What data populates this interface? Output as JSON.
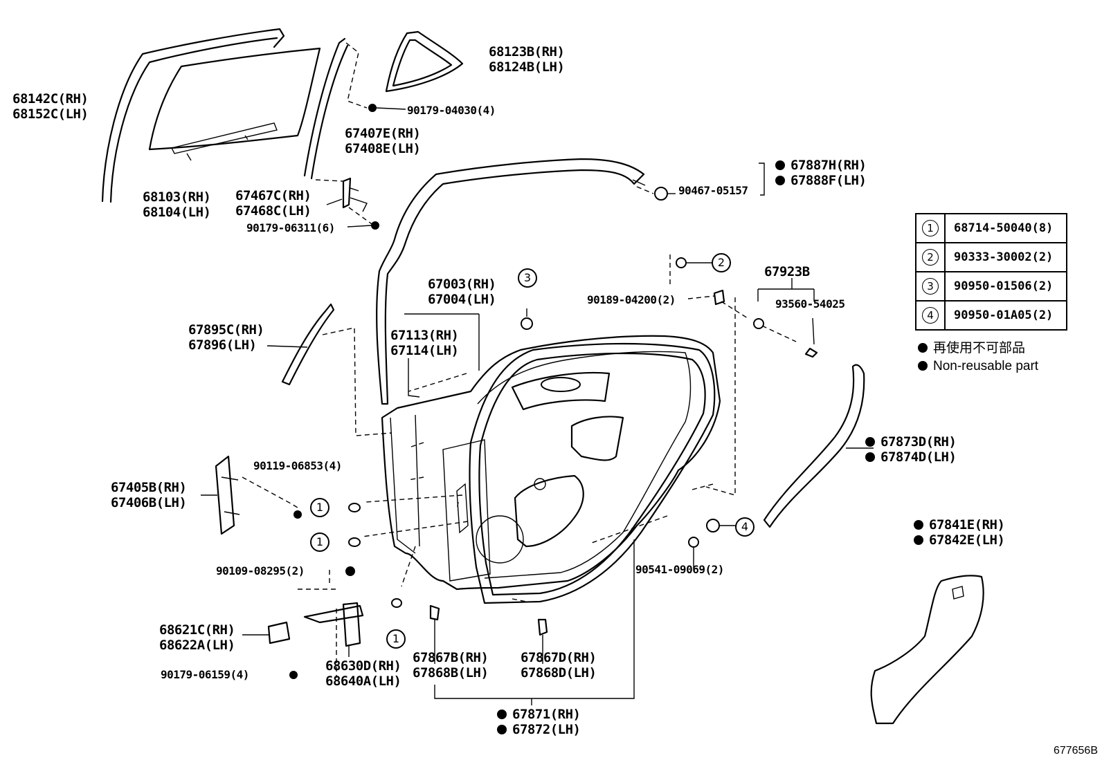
{
  "labels": {
    "l68142": [
      "68142C(RH)",
      "68152C(LH)"
    ],
    "l68103": [
      "68103(RH)",
      "68104(LH)"
    ],
    "l68123": [
      "68123B(RH)",
      "68124B(LH)"
    ],
    "l90179a": "90179-04030(4)",
    "l67407": [
      "67407E(RH)",
      "67408E(LH)"
    ],
    "l67467": [
      "67467C(RH)",
      "67468C(LH)"
    ],
    "l90179b": "90179-06311(6)",
    "l67887": [
      "67887H(RH)",
      "67888F(LH)"
    ],
    "l90467": "90467-05157",
    "l67923": "67923B",
    "l93560": "93560-54025",
    "l90189": "90189-04200(2)",
    "l67003": [
      "67003(RH)",
      "67004(LH)"
    ],
    "l67113": [
      "67113(RH)",
      "67114(LH)"
    ],
    "l67895": [
      "67895C(RH)",
      "67896(LH)"
    ],
    "l90119": "90119-06853(4)",
    "l67405": [
      "67405B(RH)",
      "67406B(LH)"
    ],
    "l90109": "90109-08295(2)",
    "l68621": [
      "68621C(RH)",
      "68622A(LH)"
    ],
    "l90179c": "90179-06159(4)",
    "l68630": [
      "68630D(RH)",
      "68640A(LH)"
    ],
    "l67867b": [
      "67867B(RH)",
      "67868B(LH)"
    ],
    "l67867d": [
      "67867D(RH)",
      "67868D(LH)"
    ],
    "l67871": [
      "67871(RH)",
      "67872(LH)"
    ],
    "l90541": "90541-09069(2)",
    "l67873": [
      "67873D(RH)",
      "67874D(LH)"
    ],
    "l67841": [
      "67841E(RH)",
      "67842E(LH)"
    ]
  },
  "callouts": {
    "c1": "1",
    "c2": "2",
    "c3": "3",
    "c4": "4"
  },
  "legend": [
    {
      "key": "1",
      "part": "68714-50040(8)"
    },
    {
      "key": "2",
      "part": "90333-30002(2)"
    },
    {
      "key": "3",
      "part": "90950-01506(2)"
    },
    {
      "key": "4",
      "part": "90950-01A05(2)"
    }
  ],
  "notes": {
    "jp": "再使用不可部品",
    "en": "Non-reusable part"
  },
  "ref_code": "677656B"
}
